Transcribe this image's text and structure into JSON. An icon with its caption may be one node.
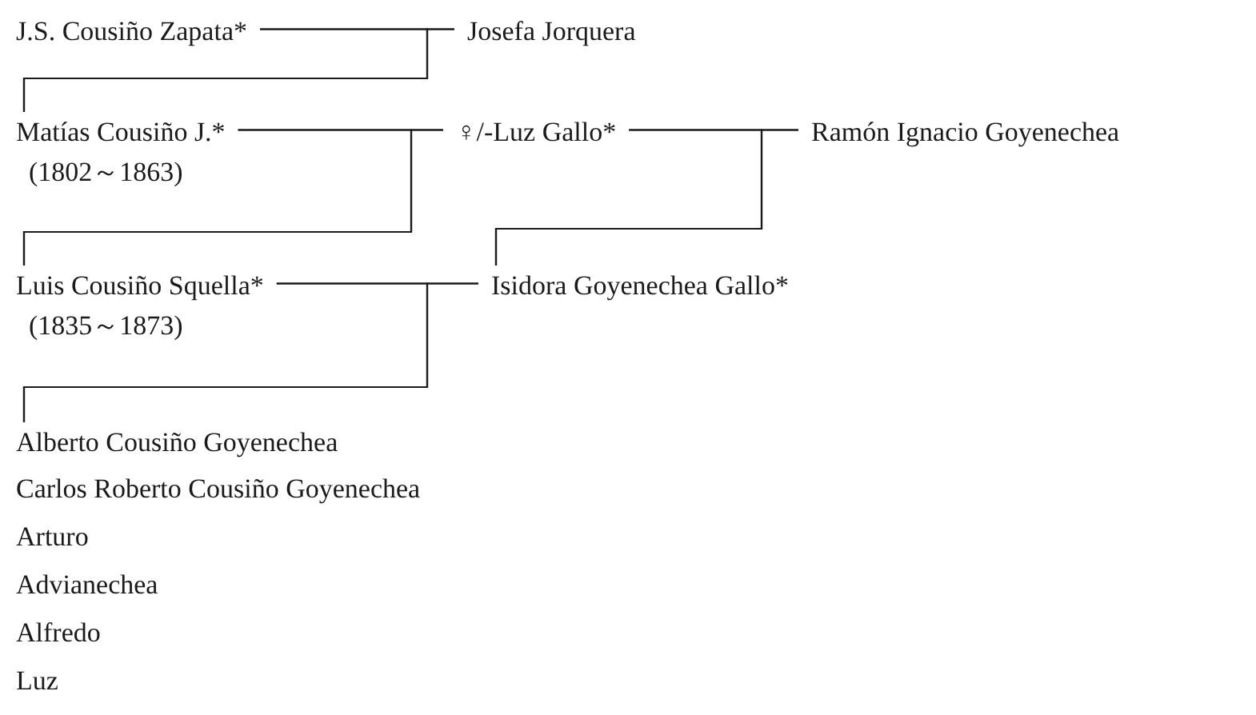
{
  "diagram": {
    "nodes": [
      {
        "text": [
          "J.S. Cousiño Zapata*"
        ]
      },
      {
        "text": [
          "Josefa Jorquera"
        ]
      },
      {
        "text": [
          "Matías Cousiño J.*",
          "(1802～1863)"
        ]
      },
      {
        "text": [
          "♀/-Luz Gallo*"
        ]
      },
      {
        "text": [
          "Ramón Ignacio Goyenechea"
        ]
      },
      {
        "text": [
          "Luis Cousiño Squella*",
          "(1835～1873)"
        ]
      },
      {
        "text": [
          "Isidora Goyenechea Gallo*"
        ]
      },
      {
        "text": [
          "Alberto Cousiño Goyenechea"
        ]
      },
      {
        "text": [
          "Carlos Roberto Cousiño Goyenechea"
        ]
      },
      {
        "text": [
          "Arturo"
        ]
      },
      {
        "text": [
          "Advianechea"
        ]
      },
      {
        "text": [
          "Alfredo"
        ]
      },
      {
        "text": [
          "Luz"
        ]
      }
    ],
    "edges": [
      {
        "from": 0,
        "to": 1,
        "arrow": "none"
      },
      {
        "from": 0,
        "to": 2,
        "arrow": "none"
      },
      {
        "from": 1,
        "to": 2,
        "arrow": "none"
      },
      {
        "from": 2,
        "to": 3,
        "arrow": "none"
      },
      {
        "from": 2,
        "to": 5,
        "arrow": "none"
      },
      {
        "from": 3,
        "to": 5,
        "arrow": "none"
      },
      {
        "from": 3,
        "to": 4,
        "arrow": "none"
      },
      {
        "from": 3,
        "to": 6,
        "arrow": "none"
      },
      {
        "from": 4,
        "to": 6,
        "arrow": "none"
      },
      {
        "from": 5,
        "to": 6,
        "arrow": "none"
      },
      {
        "from": 5,
        "to": 7,
        "arrow": "none"
      },
      {
        "from": 6,
        "to": 7,
        "arrow": "none"
      }
    ]
  }
}
